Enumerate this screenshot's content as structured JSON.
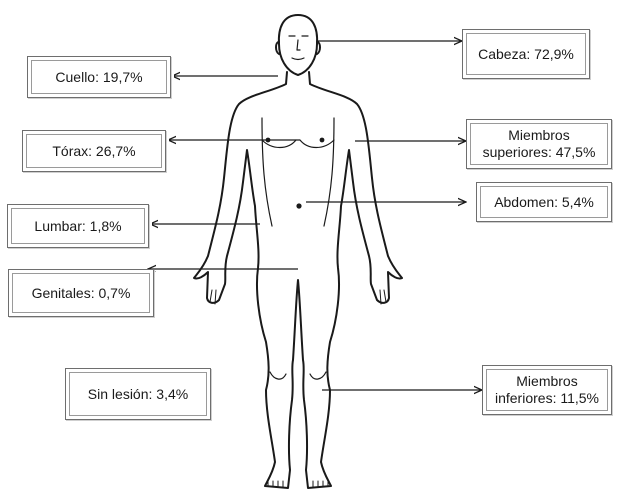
{
  "labels": {
    "cabeza": "Cabeza: 72,9%",
    "cuello": "Cuello: 19,7%",
    "torax": "Tórax: 26,7%",
    "miembros_superiores_line1": "Miembros",
    "miembros_superiores_line2": "superiores: 47,5%",
    "abdomen": "Abdomen: 5,4%",
    "lumbar": "Lumbar: 1,8%",
    "genitales": "Genitales: 0,7%",
    "sin_lesion": "Sin lesión: 3,4%",
    "miembros_inferiores_line1": "Miembros",
    "miembros_inferiores_line2": "inferiores: 11,5%"
  },
  "colors": {
    "line": "#1a1a1a",
    "box_border": "#6e6e6e"
  }
}
